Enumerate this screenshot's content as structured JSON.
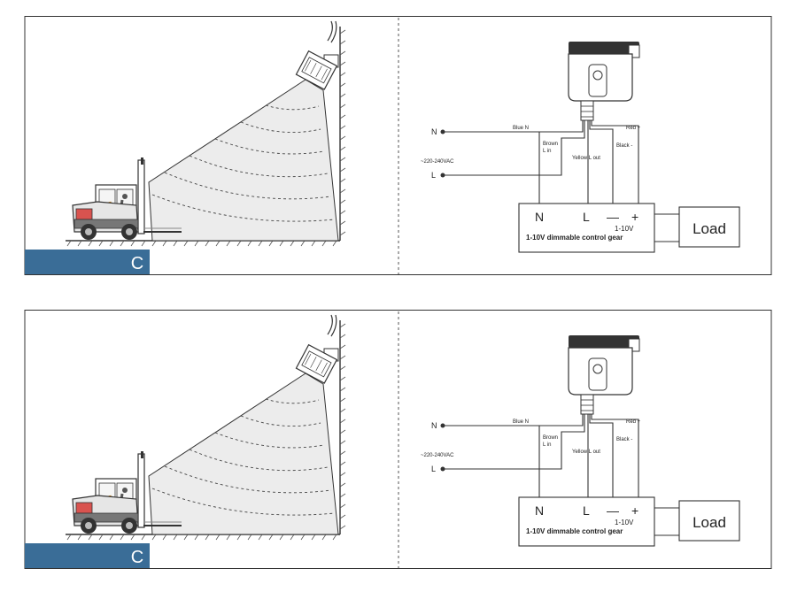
{
  "panels": [
    {
      "scene_label": "C",
      "wiring": {
        "terminal_n": "N",
        "terminal_l": "L",
        "supply_voltage": "~220-240VAC",
        "wire_blue": "Blue N",
        "wire_brown_line1": "Brown",
        "wire_brown_line2": "L in",
        "wire_yellow": "Yellow L out",
        "wire_red": "Red +",
        "wire_black": "Black -",
        "gear_n": "N",
        "gear_l": "L",
        "gear_minus": "—",
        "gear_plus": "+",
        "gear_range": "1-10V",
        "gear_name": "1-10V dimmable control gear",
        "load_label": "Load"
      }
    },
    {
      "scene_label": "C",
      "wiring": {
        "terminal_n": "N",
        "terminal_l": "L",
        "supply_voltage": "~220-240VAC",
        "wire_blue": "Blue N",
        "wire_brown_line1": "Brown",
        "wire_brown_line2": "L in",
        "wire_yellow": "Yellow L out",
        "wire_red": "Red +",
        "wire_black": "Black -",
        "gear_n": "N",
        "gear_l": "L",
        "gear_minus": "—",
        "gear_plus": "+",
        "gear_range": "1-10V",
        "gear_name": "1-10V dimmable control gear",
        "load_label": "Load"
      }
    }
  ],
  "colors": {
    "label_band": "#3a6d97",
    "beam_fill": "#ececec",
    "line": "#333333"
  }
}
